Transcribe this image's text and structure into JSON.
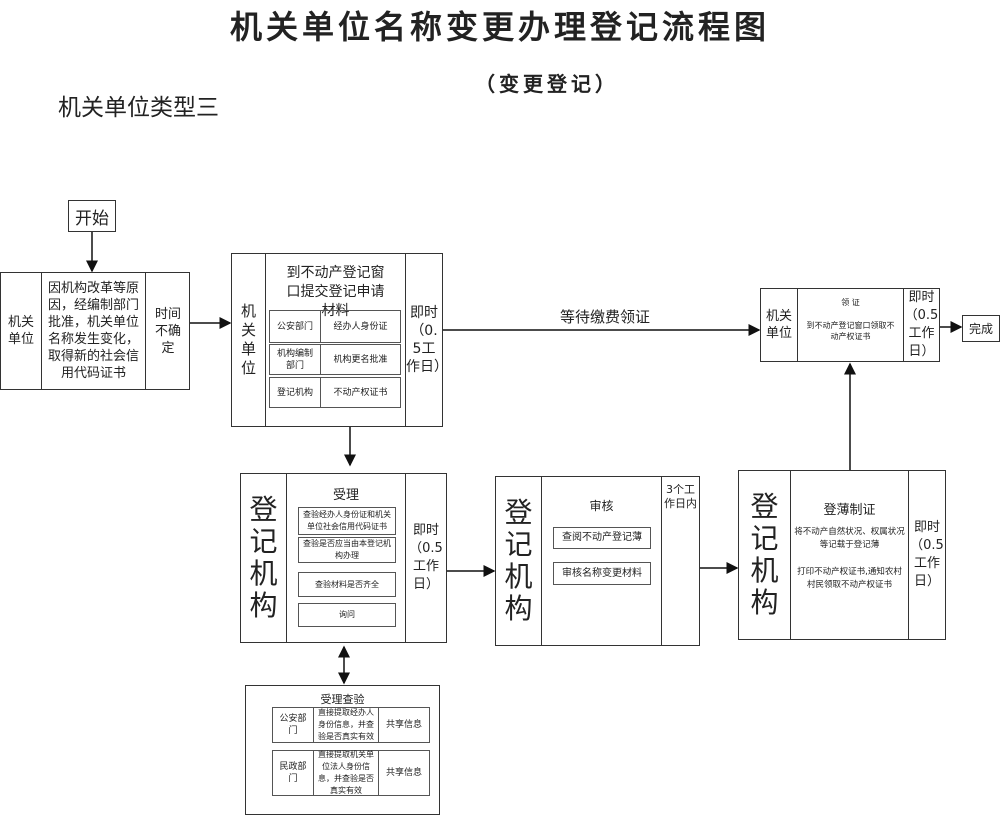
{
  "title": "机关单位名称变更办理登记流程图",
  "subtitle": "（变更登记）",
  "type_label": "机关单位类型三",
  "start": "开始",
  "end": "完成",
  "step1": {
    "actor": "机关单位",
    "desc": "因机构改革等原因，经编制部门批准，机关单位名称发生变化，取得新的社会信用代码证书",
    "time": "时间不确定"
  },
  "step2": {
    "actor": "机关单位",
    "heading": "到不动产登记窗口提交登记申请材料",
    "rows": [
      {
        "dept": "公安部门",
        "doc": "经办人身份证"
      },
      {
        "dept": "机构编制部门",
        "doc": "机构更名批准"
      },
      {
        "dept": "登记机构",
        "doc": "不动产权证书"
      }
    ],
    "time": "即时（0.5工作日）"
  },
  "wait_label": "等待缴费领证",
  "step3": {
    "actor": "机关单位",
    "heading": "领 证",
    "desc": "到不动产登记窗口领取不动产权证书",
    "time": "即时（0.5工作日）"
  },
  "step4": {
    "actor": "登记机构",
    "heading": "受理",
    "items": [
      "查验经办人身份证和机关单位社会信用代码证书",
      "查验是否应当由本登记机构办理",
      "查验材料是否齐全",
      "询问"
    ],
    "time": "即时（0.5工作日）"
  },
  "step5": {
    "actor": "登记机构",
    "heading": "审核",
    "items": [
      "查阅不动产登记薄",
      "审核名称变更材料"
    ],
    "time": "3个工作日内"
  },
  "step6": {
    "actor": "登记机构",
    "heading": "登薄制证",
    "desc1": "将不动产自然状况、权属状况等记载于登记薄",
    "desc2": "打印不动产权证书,通知农村村民领取不动产权证书",
    "time": "即时（0.5工作日）"
  },
  "step7": {
    "heading": "受理查验",
    "rows": [
      {
        "dept": "公安部门",
        "desc": "直接提取经办人身份信息，并查验是否真实有效",
        "share": "共享信息"
      },
      {
        "dept": "民政部门",
        "desc": "直接提取机关单位法人身份信息，并查验是否真实有效",
        "share": "共享信息"
      }
    ]
  }
}
